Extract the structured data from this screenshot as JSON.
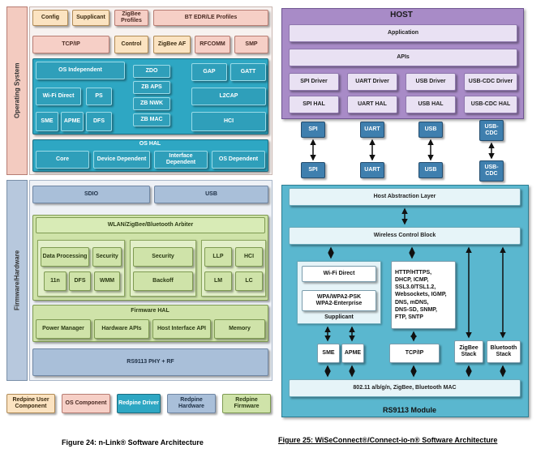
{
  "left": {
    "os_label": "Operating System",
    "fw_label": "Firmware/Hardware",
    "row1": [
      "Config",
      "Supplicant",
      "ZigBee\nProfiles",
      "BT EDR/LE Profiles"
    ],
    "row2": [
      "TCP/IP",
      "Control",
      "ZigBee AF",
      "RFCOMM",
      "SMP"
    ],
    "os_independent": "OS Independent",
    "wifi_direct": "Wi-Fi Direct",
    "ps": "PS",
    "sme": "SME",
    "apme": "APME",
    "dfs_os": "DFS",
    "zdo": "ZDO",
    "zb_aps": "ZB APS",
    "zb_nwk": "ZB NWK",
    "zb_mac": "ZB MAC",
    "gap": "GAP",
    "gatt": "GATT",
    "l2cap": "L2CAP",
    "hci_os": "HCI",
    "os_hal": "OS HAL",
    "core": "Core",
    "device_dependent": "Device Dependent",
    "interface_dependent": "Interface\nDependent",
    "os_dependent": "OS Dependent",
    "sdio": "SDIO",
    "usb": "USB",
    "arbiter": "WLAN/ZigBee/Bluetooth Arbiter",
    "data_processing": "Data Processing",
    "security1": "Security",
    "n11": "11n",
    "dfs_fw": "DFS",
    "wmm": "WMM",
    "security2": "Security",
    "backoff": "Backoff",
    "llp": "LLP",
    "hci_fw": "HCI",
    "lm": "LM",
    "lc": "LC",
    "firmware_hal": "Firmware HAL",
    "power_manager": "Power Manager",
    "hardware_apis": "Hardware APIs",
    "host_interface_api": "Host Interface API",
    "memory": "Memory",
    "phy": "RS9113 PHY + RF",
    "legend": [
      "Redpine User\nComponent",
      "OS Component",
      "Redpine Driver",
      "Redpine Hardware",
      "Redpine Firmware"
    ],
    "caption": "Figure 24: n-Link® Software Architecture"
  },
  "right": {
    "host": "HOST",
    "application": "Application",
    "apis": "APIs",
    "drivers": [
      "SPI Driver",
      "UART Driver",
      "USB Driver",
      "USB-CDC Driver"
    ],
    "hals": [
      "SPI HAL",
      "UART HAL",
      "USB HAL",
      "USB-CDC HAL"
    ],
    "ports": [
      "SPI",
      "UART",
      "USB",
      "USB-\nCDC"
    ],
    "host_abstraction": "Host Abstraction Layer",
    "wireless_control": "Wireless Control Block",
    "wifi_direct": "Wi-Fi Direct",
    "wpa": "WPA/WPA2-PSK\nWPA2-Enterprise",
    "supplicant": "Supplicant",
    "protocols": "HTTP/HTTPS,\nDHCP, ICMP,\nSSL3.0/TSL1.2,\nWebsockets, IGMP,\nDNS, mDNS,\nDNS-SD, SNMP,\nFTP, SNTP",
    "sme": "SME",
    "apme": "APME",
    "tcpip": "TCP/IP",
    "zigbee_stack": "ZigBee\nStack",
    "bluetooth_stack": "Bluetooth\nStack",
    "mac": "802.11 a/b/g/n, ZigBee, Bluetooth MAC",
    "module": "RS9113 Module",
    "caption": "Figure 25: WiSeConnect®/Connect-io-n® Software Architecture"
  }
}
